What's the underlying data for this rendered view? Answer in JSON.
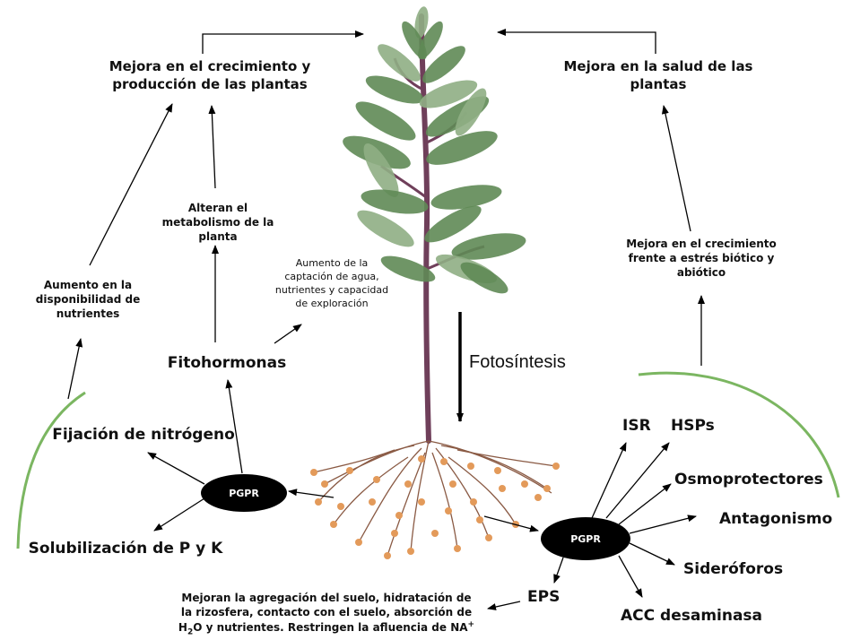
{
  "left": {
    "top_label": "Mejora en el crecimiento y producción de las plantas",
    "metabolism": "Alteran el metabolismo de la planta",
    "nutrients": "Aumento en la disponibilidad de nutrientes",
    "uptake": "Aumento de la captación de agua, nutrientes y capacidad de exploración",
    "phytohormones": "Fitohormonas",
    "nitrogen": "Fijación de nitrógeno",
    "solubilization": "Solubilización de P y K",
    "pgpr": "PGPR"
  },
  "center": {
    "photosynthesis": "Fotosíntesis",
    "eps_effects_1": "Mejoran la agregación del suelo, hidratación de",
    "eps_effects_2": "la rizosfera, contacto con el suelo, absorción de",
    "eps_effects_3_a": "H",
    "eps_effects_3_sub": "2",
    "eps_effects_3_b": "O y nutrientes. Restringen la afluencia de NA",
    "eps_effects_3_sup": "+"
  },
  "right": {
    "top_label": "Mejora en la salud de las plantas",
    "stress": "Mejora en el crecimiento frente a estrés biótico y abiótico",
    "pgpr": "PGPR",
    "isr": "ISR",
    "hsps": "HSPs",
    "osmo": "Osmoprotectores",
    "antagonism": "Antagonismo",
    "siderophores": "Sideróforos",
    "acc": "ACC desaminasa",
    "eps": "EPS"
  },
  "colors": {
    "arc": "#7bb661",
    "stem": "#6f3f5a",
    "leaf": "#5f8a55",
    "leaf_light": "#8fae84",
    "root": "#8a5a44",
    "nodule": "#e39a5a"
  }
}
